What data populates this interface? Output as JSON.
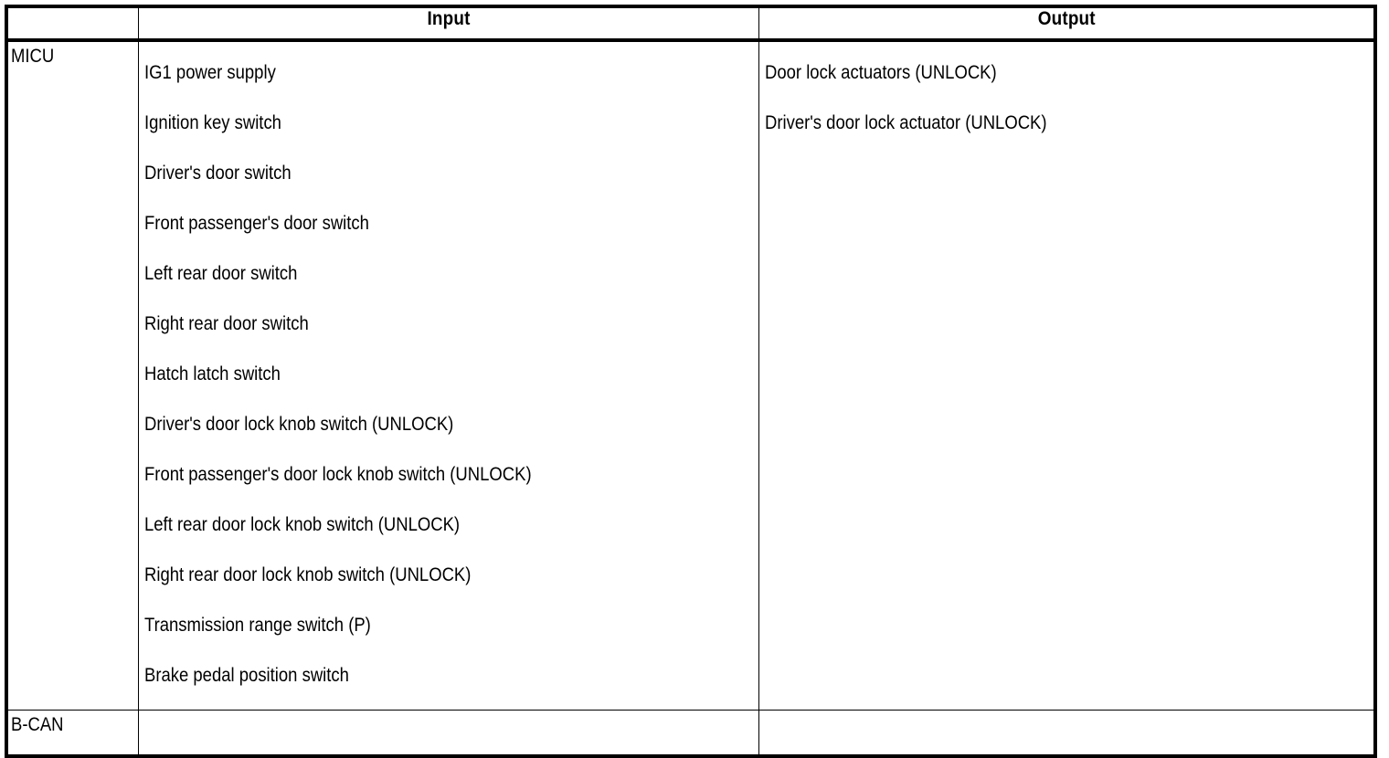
{
  "table": {
    "columns": [
      {
        "key": "unit",
        "header": ""
      },
      {
        "key": "input",
        "header": "Input"
      },
      {
        "key": "output",
        "header": "Output"
      }
    ],
    "rows": [
      {
        "unit": "MICU",
        "input": [
          "IG1 power supply",
          "Ignition key switch",
          "Driver's door switch",
          "Front passenger's door switch",
          "Left rear door switch",
          "Right rear door switch",
          "Hatch latch switch",
          "Driver's door lock knob switch (UNLOCK)",
          "Front passenger's door lock knob switch (UNLOCK)",
          "Left rear door lock knob switch (UNLOCK)",
          "Right rear door lock knob switch (UNLOCK)",
          "Transmission range switch (P)",
          "Brake pedal position switch"
        ],
        "output": [
          "Door lock actuators (UNLOCK)",
          "Driver's door lock actuator (UNLOCK)"
        ]
      },
      {
        "unit": "B-CAN",
        "input": [],
        "output": []
      }
    ]
  },
  "style": {
    "text_color": "#000000",
    "background": "#ffffff",
    "rule_color": "#000000"
  }
}
